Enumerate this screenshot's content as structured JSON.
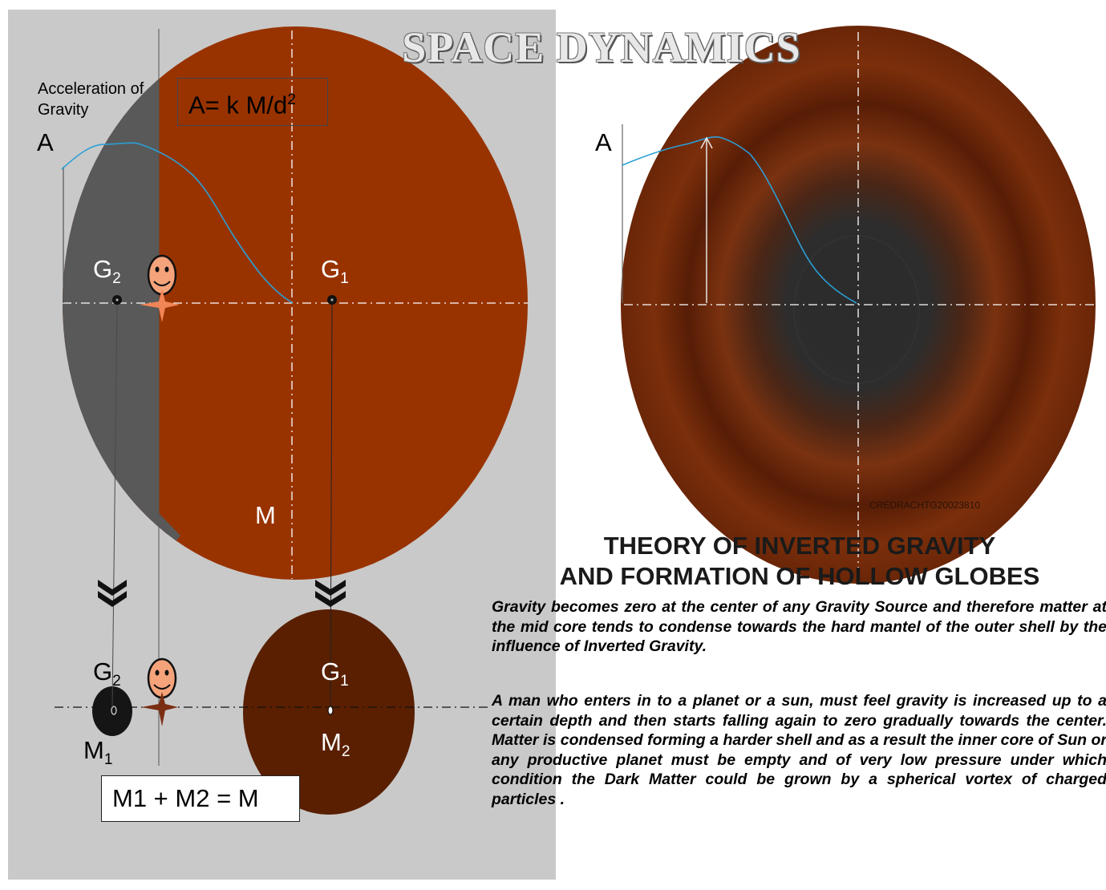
{
  "title": "SPACE  DYNAMICS",
  "left": {
    "accel_label_line1": "Acceleration of",
    "accel_label_line2": "Gravity",
    "axis_label": "A",
    "formula": "A= k M/d",
    "formula_exp": "2",
    "g2": {
      "main": "G",
      "sub": "2"
    },
    "g1": {
      "main": "G",
      "sub": "1"
    },
    "m": "M"
  },
  "lower": {
    "g2": {
      "main": "G",
      "sub": "2"
    },
    "g1": {
      "main": "G",
      "sub": "1"
    },
    "m1": {
      "main": "M",
      "sub": "1"
    },
    "m2": {
      "main": "M",
      "sub": "2"
    },
    "sum": "M1 + M2 = M"
  },
  "right": {
    "axis_label": "A",
    "credit": "CREDRACHTG20023810"
  },
  "text": {
    "heading_line1": "THEORY OF INVERTED GRAVITY",
    "heading_line2": "AND FORMATION OF HOLLOW GLOBES",
    "paragraph1": "Gravity becomes zero at the center of any Gravity Source and therefore matter at the mid core tends to condense towards the hard mantel of the outer shell by the influence of Inverted  Gravity.",
    "paragraph2": "A man who enters in to a planet or a sun, must feel gravity is increased up to a certain depth and then starts falling again to zero gradually  towards the center. Matter is condensed  forming a harder shell and as a result the inner core of Sun or any productive planet  must be empty  and of very low pressure under which condition  the Dark Matter could be grown by a spherical vortex of charged particles ."
  },
  "colors": {
    "left_panel": "#c9c9c9",
    "large_globe": "#983300",
    "shadow_region": "#595959",
    "curve": "#2a9fd6",
    "globe_m2": "#591f00",
    "globe_m1": "#151515"
  }
}
